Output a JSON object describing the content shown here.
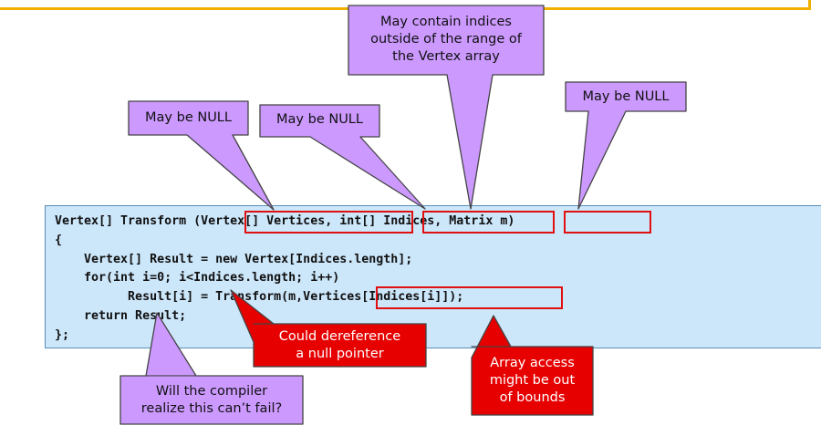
{
  "code": {
    "line1": "Vertex[] Transform (Vertex[] Vertices, int[] Indices, Matrix m)",
    "line2": "{",
    "line3": "    Vertex[] Result = new Vertex[Indices.length];",
    "line4": "    for(int i=0; i<Indices.length; i++)",
    "line5": "          Result[i] = Transform(m,Vertices[Indices[i]]);",
    "line6": "    return Result;",
    "line7": "};"
  },
  "callouts": {
    "may_be_null_1": "May be NULL",
    "may_be_null_2": "May be NULL",
    "indices_out_of_range": "May contain indices\noutside of the range of\nthe Vertex array",
    "may_be_null_3": "May be NULL",
    "null_dereference": "Could dereference\na null pointer",
    "array_out_of_bounds": "Array access\nmight be out\nof bounds",
    "compiler_question": "Will the compiler\nrealize this can’t fail?"
  },
  "colors": {
    "callout_fill": "#cc99ff",
    "callout_stroke": "#444444",
    "warning_fill": "#e60000",
    "code_background": "#cce6fa",
    "highlight_border": "#e01010",
    "frame_accent": "#f0b000"
  }
}
